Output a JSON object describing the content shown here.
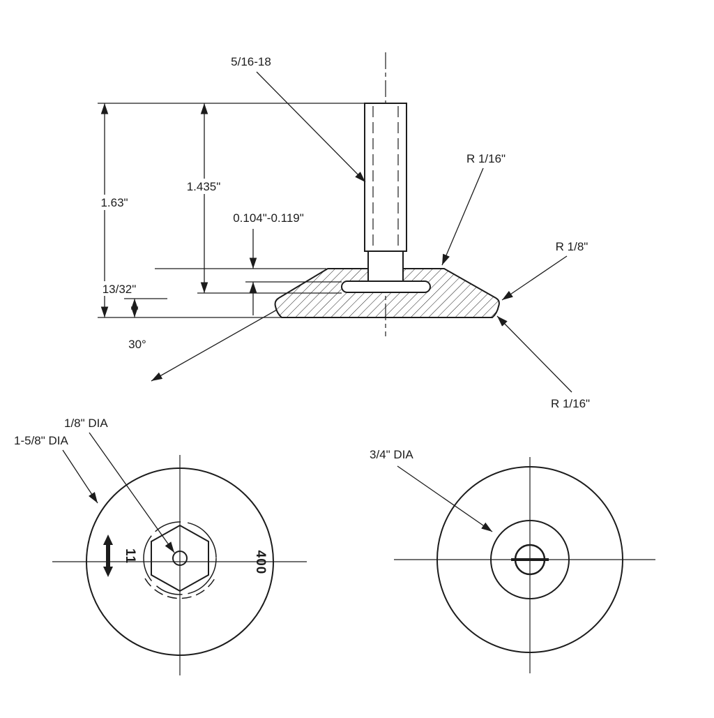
{
  "side_view": {
    "thread_label": "5/16-18",
    "radius_top": "R 1/16\"",
    "radius_right": "R 1/8\"",
    "radius_bottom": "R 1/16\"",
    "height_overall": "1.63\"",
    "height_stud": "1.435\"",
    "slot_range": "0.104\"-0.119\"",
    "base_height": "13/32\"",
    "taper_angle": "30°"
  },
  "top_view": {
    "hole_dia": "1/8\" DIA",
    "base_dia": "1-5/8\" DIA",
    "stamp_left": "11",
    "stamp_right": "400"
  },
  "bottom_view": {
    "recess_dia": "3/4\" DIA"
  }
}
